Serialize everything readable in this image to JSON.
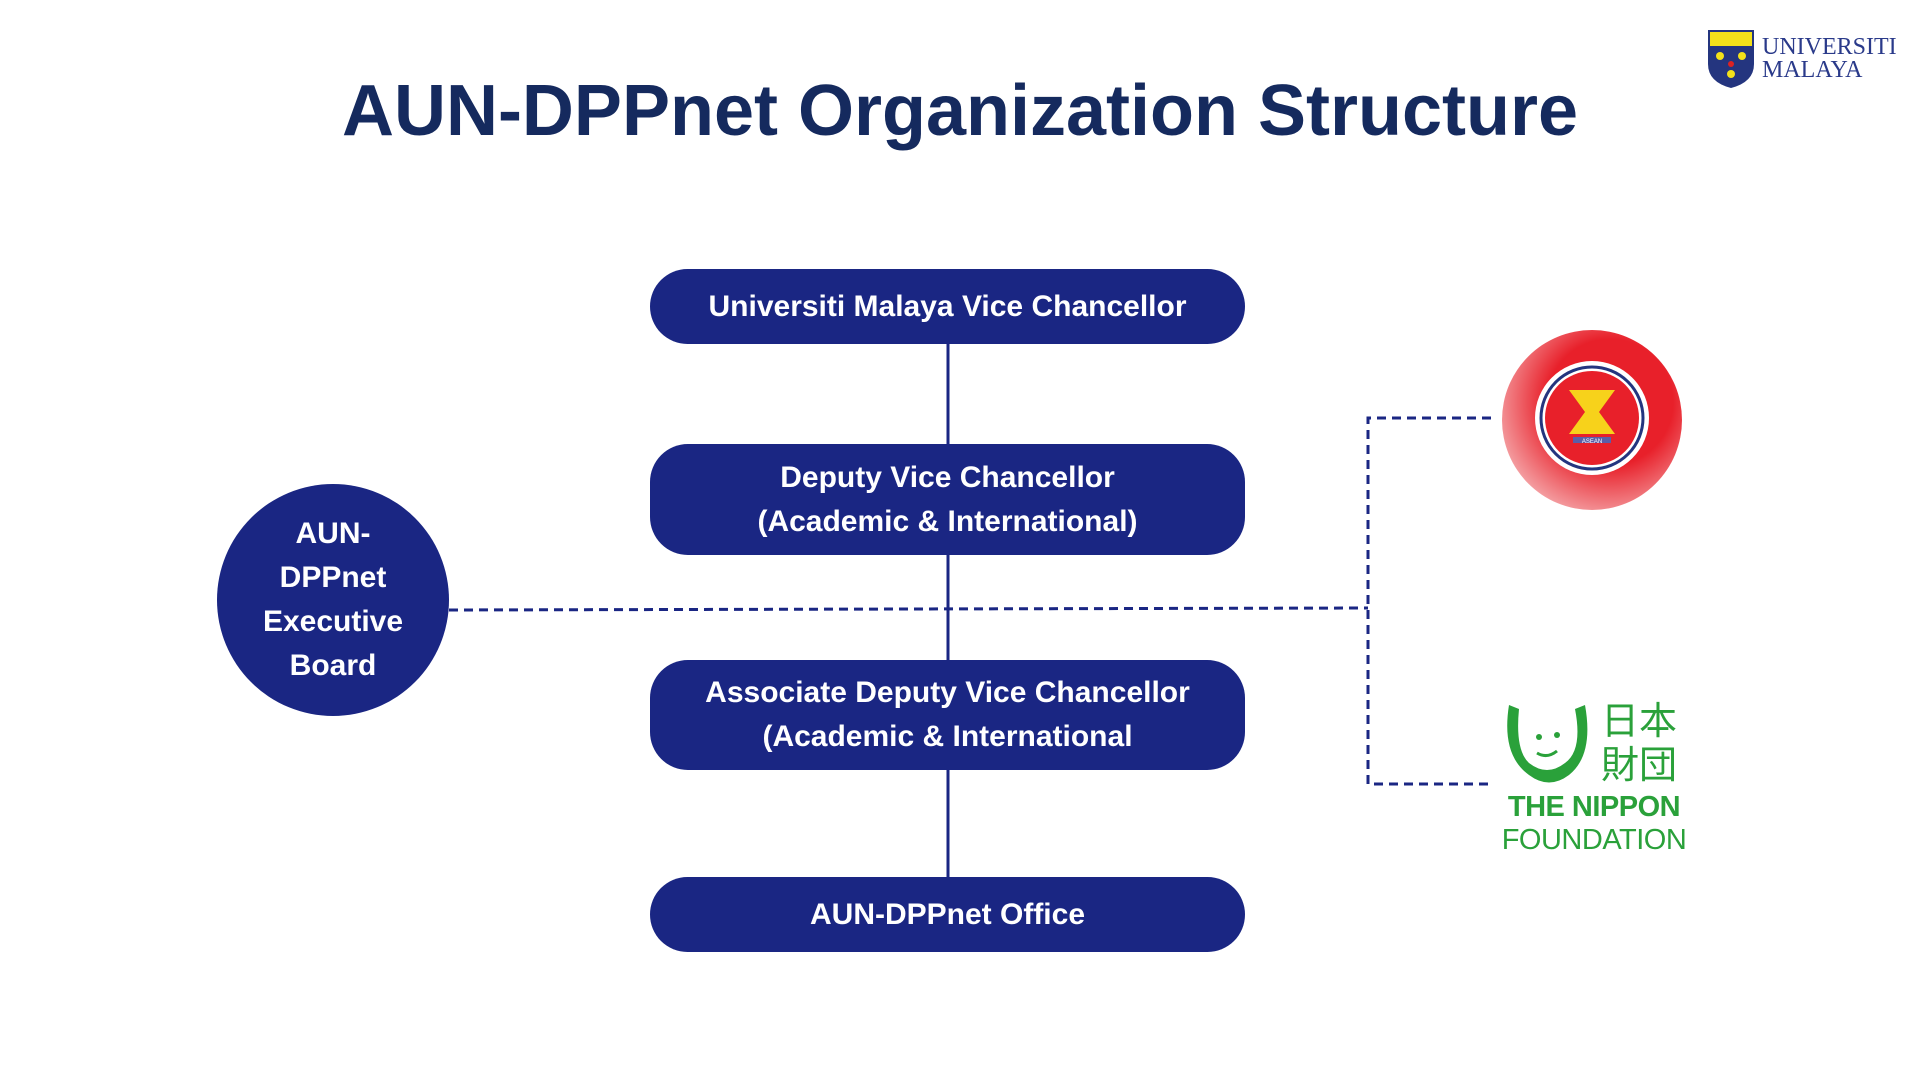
{
  "title": "AUN-DPPnet Organization Structure",
  "logos": {
    "university": {
      "line1": "UNIVERSITI",
      "line2": "MALAYA"
    },
    "asean": {
      "text": "ASEAN"
    },
    "nippon": {
      "kanji": "日本財団",
      "line1": "THE NIPPON",
      "line2": "FOUNDATION"
    }
  },
  "nodes": {
    "vc": {
      "line1": "Universiti Malaya Vice Chancellor"
    },
    "dvc": {
      "line1": "Deputy Vice Chancellor",
      "line2": "(Academic & International)"
    },
    "advc": {
      "line1": "Associate Deputy Vice Chancellor",
      "line2": "(Academic & International"
    },
    "office": {
      "line1": "AUN-DPPnet Office"
    },
    "board": {
      "lines": [
        "AUN-",
        "DPPnet",
        "Executive",
        "Board"
      ]
    }
  },
  "colors": {
    "navy": "#1a2683",
    "title": "#152a5e",
    "green": "#2aa13a",
    "red": "#e8202a"
  }
}
